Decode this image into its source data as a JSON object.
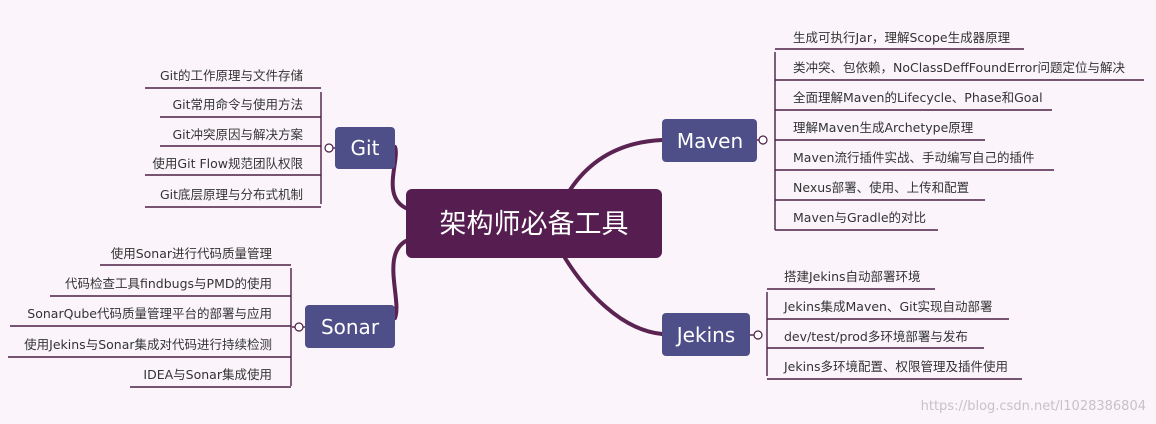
{
  "root": {
    "label": "架构师必备工具"
  },
  "branches": {
    "git": {
      "label": "Git",
      "items": [
        "Git的工作原理与文件存储",
        "Git常用命令与使用方法",
        "Git冲突原因与解决方案",
        "使用Git Flow规范团队权限",
        "Git底层原理与分布式机制"
      ]
    },
    "sonar": {
      "label": "Sonar",
      "items": [
        "使用Sonar进行代码质量管理",
        "代码检查工具findbugs与PMD的使用",
        "SonarQube代码质量管理平台的部署与应用",
        "使用Jekins与Sonar集成对代码进行持续检测",
        "IDEA与Sonar集成使用"
      ]
    },
    "maven": {
      "label": "Maven",
      "items": [
        "生成可执行Jar，理解Scope生成器原理",
        "类冲突、包依赖，NoClassDeffFoundError问题定位与解决",
        "全面理解Maven的Lifecycle、Phase和Goal",
        "理解Maven生成Archetype原理",
        "Maven流行插件实战、手动编写自己的插件",
        "Nexus部署、使用、上传和配置",
        "Maven与Gradle的对比"
      ]
    },
    "jekins": {
      "label": "Jekins",
      "items": [
        "搭建Jekins自动部署环境",
        "Jekins集成Maven、Git实现自动部署",
        "dev/test/prod多环境部署与发布",
        "Jekins多环境配置、权限管理及插件使用"
      ]
    }
  },
  "watermark": "https://blog.csdn.net/l1028386804",
  "colors": {
    "background": "#fbf5fb",
    "root": "#561d50",
    "branch": "#4e4f88",
    "connector": "#5a2352",
    "leaf_line": "#4a1e44"
  }
}
